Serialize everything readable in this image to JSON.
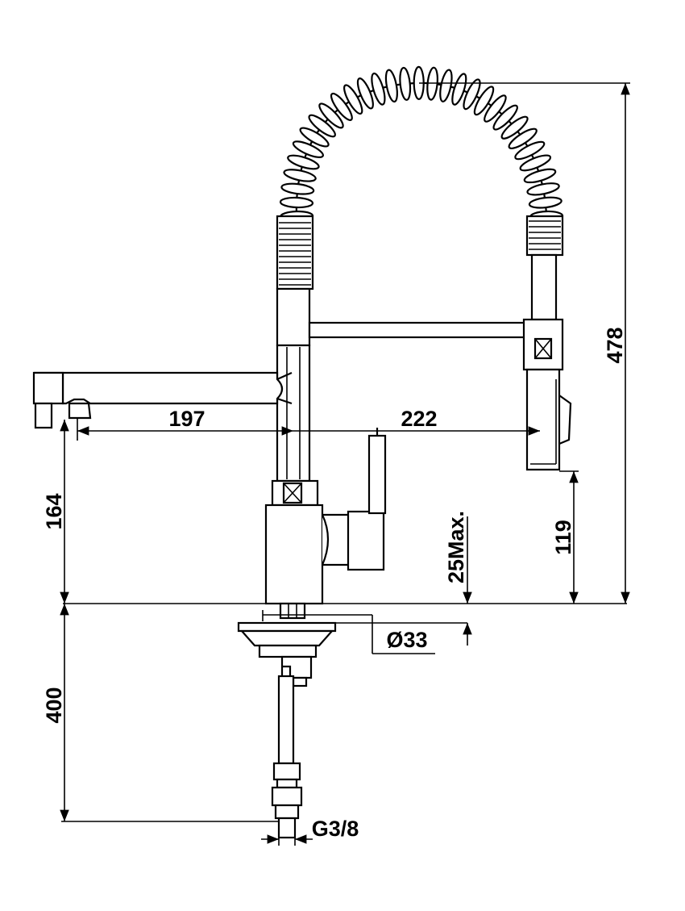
{
  "dimensions": {
    "total_height": "478",
    "spout_reach": "197",
    "spray_reach": "222",
    "spout_height": "164",
    "spray_height": "119",
    "deck_thickness": "25Max.",
    "hole_diameter": "Ø33",
    "hose_length": "400",
    "connection_thread": "G3/8"
  }
}
